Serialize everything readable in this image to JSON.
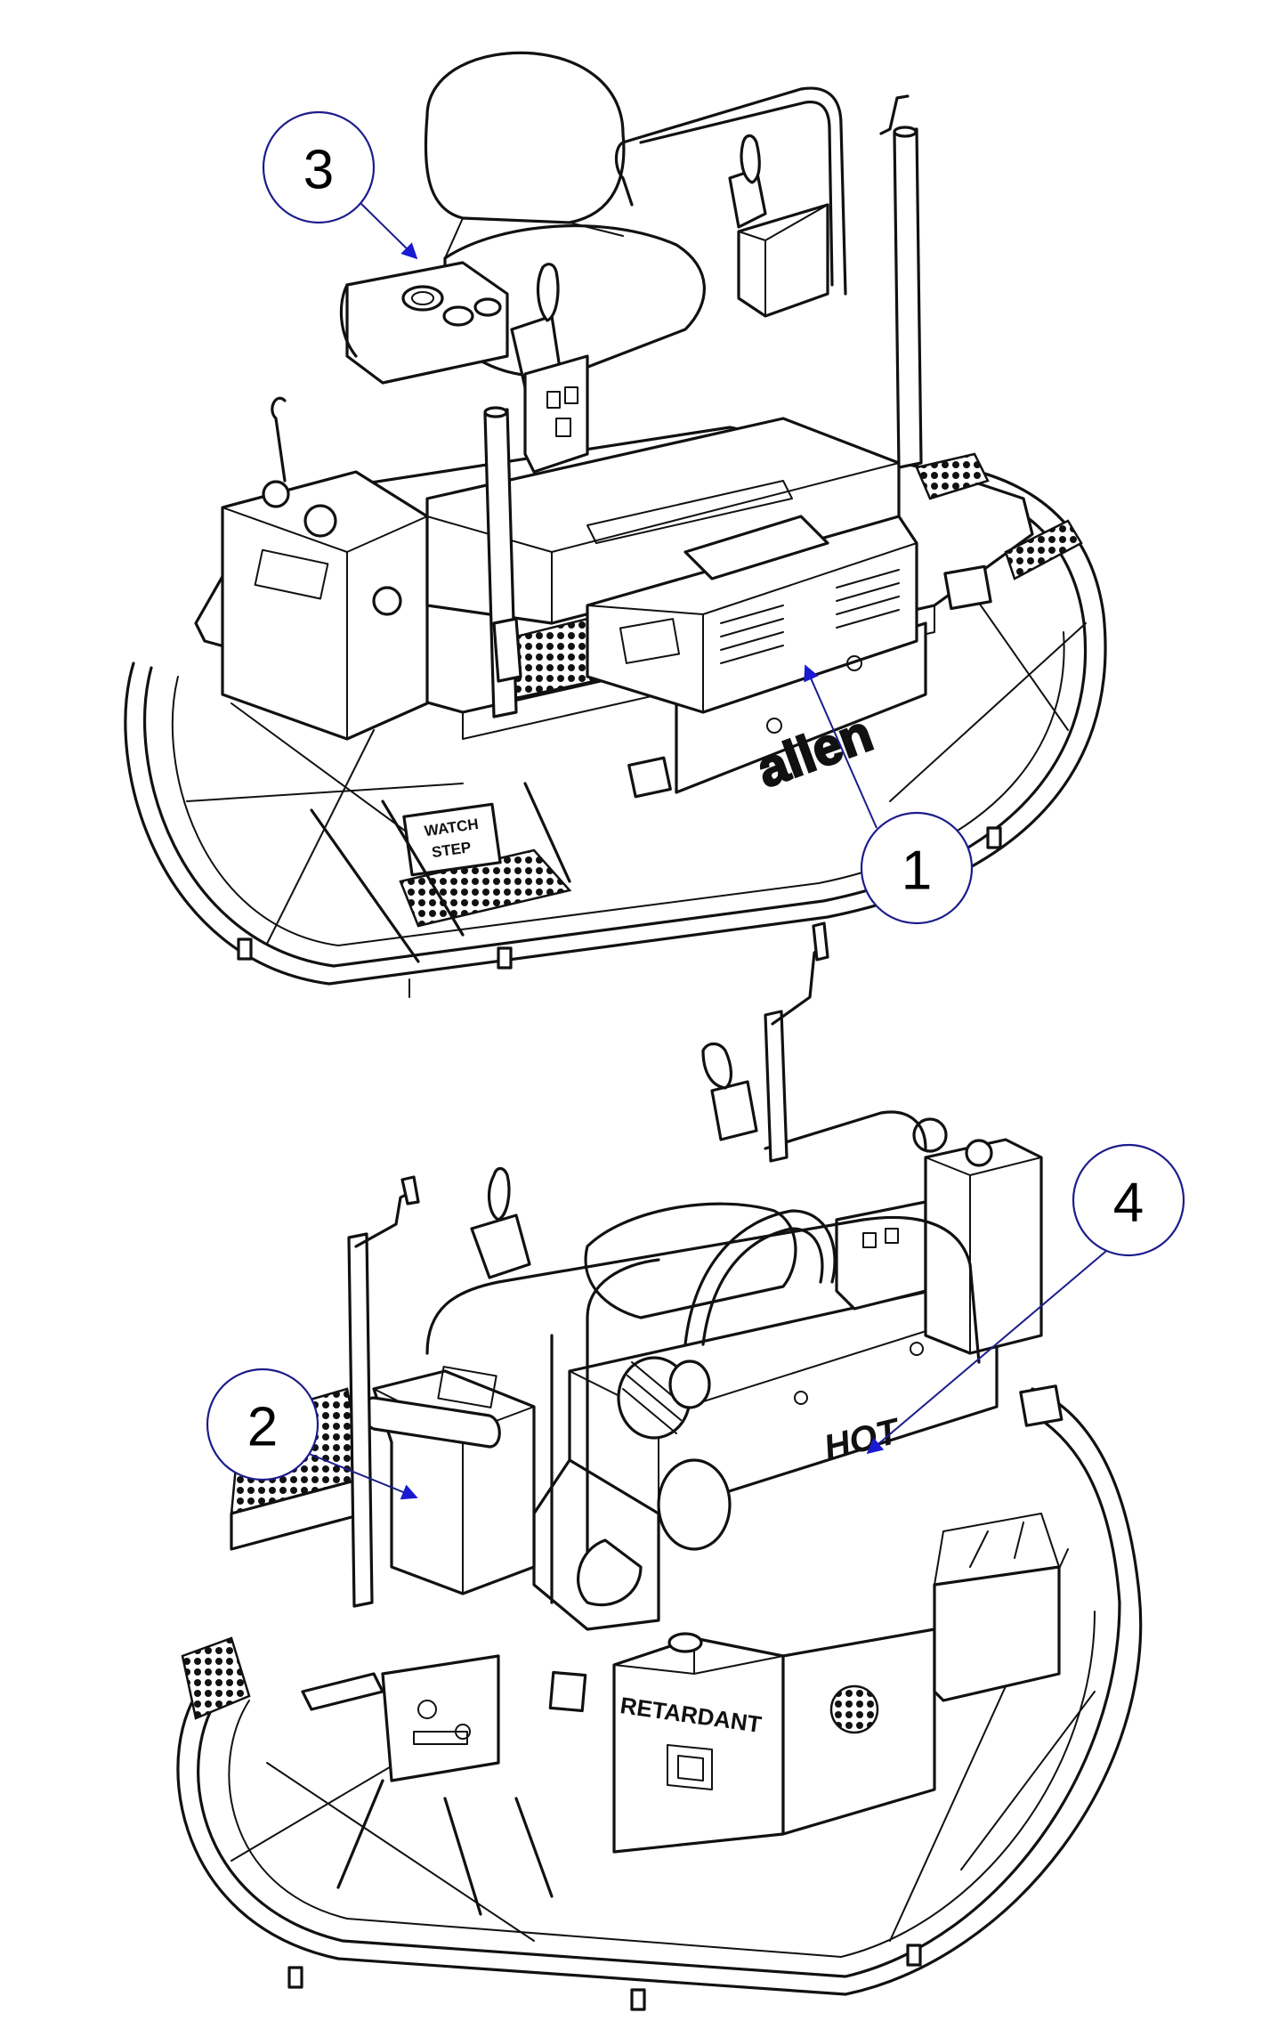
{
  "callouts": [
    {
      "id": "1",
      "label": "1"
    },
    {
      "id": "2",
      "label": "2"
    },
    {
      "id": "3",
      "label": "3"
    },
    {
      "id": "4",
      "label": "4"
    }
  ],
  "decals": {
    "brand": "allen",
    "watch": "WATCH",
    "step": "STEP",
    "model": "HOT",
    "retardant": "RETARDANT"
  },
  "colors": {
    "line_art": "#111111",
    "callout_stroke": "#1c1c8c",
    "leader_arrow": "#1a1ad0",
    "background": "#ffffff"
  }
}
